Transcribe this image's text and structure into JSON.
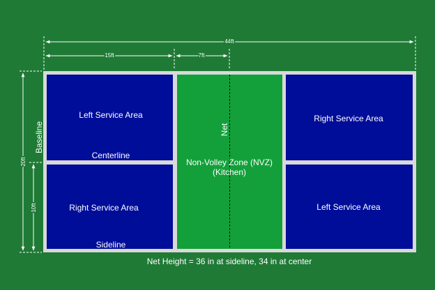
{
  "diagram": {
    "colors": {
      "background": "#1f7a36",
      "court_lines": "#d9d9d9",
      "service_area": "#000d99",
      "kitchen": "#13a03a",
      "dimension_lines": "#ffffff",
      "text": "#ffffff"
    },
    "dimensions": {
      "total_length": "44ft",
      "baseline_to_kitchen": "15ft",
      "kitchen_to_net": "7ft",
      "court_width": "20ft",
      "half_width": "10ft"
    },
    "labels": {
      "left_top": "Left Service Area",
      "left_bottom": "Right Service Area",
      "right_top": "Right Service Area",
      "right_bottom": "Left Service Area",
      "nvz_line1": "Non-Volley Zone (NVZ)",
      "nvz_line2": "(Kitchen)",
      "net": "Net",
      "baseline": "Baseline",
      "centerline": "Centerline",
      "sideline": "Sideline",
      "net_height": "Net Height = 36 in at sideline, 34 in at center"
    }
  }
}
